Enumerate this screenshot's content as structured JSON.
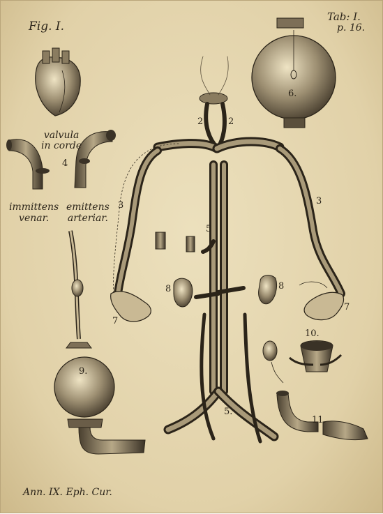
{
  "plate": {
    "fig": "Fig. I.",
    "tab": "Tab: I.",
    "tab_page": "p. 16.",
    "caption": "Ann. IX. Eph. Cur.",
    "valvula_line1": "valvula",
    "valvula_line2": "in corde",
    "immittens_line1": "immittens",
    "immittens_line2": "venar.",
    "emittens_line1": "emittens",
    "emittens_line2": "arteriar.",
    "numbers": {
      "n2a": "2",
      "n2b": "2",
      "n3a": "3",
      "n3b": "3",
      "n4": "4",
      "n5a": "5",
      "n5b": "5.",
      "n6": "6.",
      "n7a": "7",
      "n7b": "7",
      "n8a": "8",
      "n8b": "8",
      "n9": "9.",
      "n10": "10.",
      "n11": "11."
    }
  },
  "colors": {
    "paper": "#e6d7b0",
    "ink": "#2b2419",
    "shade": "#7d6f57"
  }
}
